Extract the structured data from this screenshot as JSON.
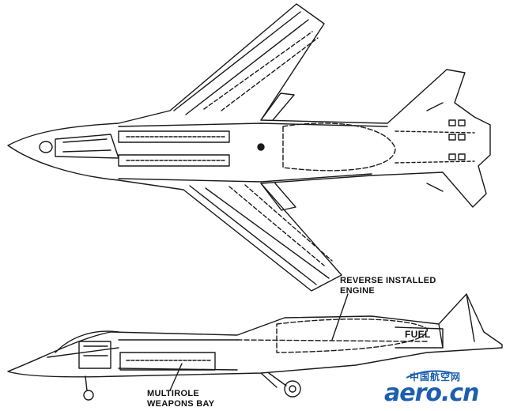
{
  "labels": {
    "engine": "REVERSE INSTALLED\nENGINE",
    "fuel": "FUEL",
    "weapons_bay": "MULTIROLE\nWEAPONS BAY"
  },
  "watermark": {
    "site_cn": "中国航空网",
    "site_logo": "aero.cn"
  }
}
